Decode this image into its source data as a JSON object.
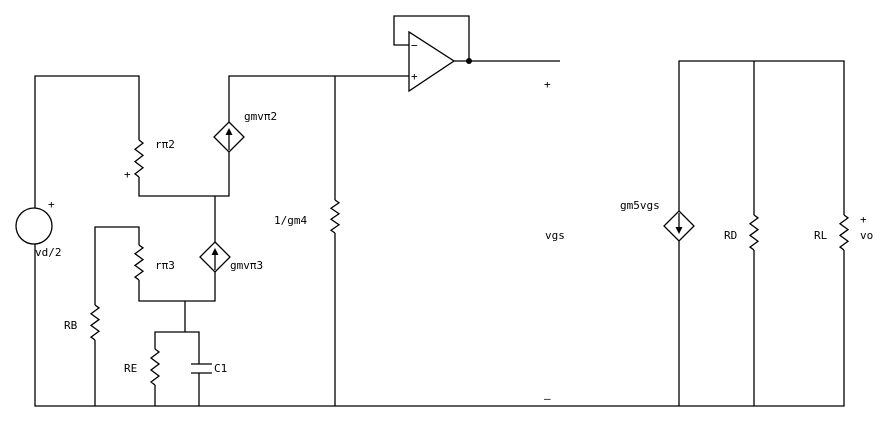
{
  "labels": {
    "source": "vd/2",
    "source_plus": "+",
    "rpi2": "rπ2",
    "rpi2_plus": "+",
    "gmvpi2": "gmvπ2",
    "rpi3": "rπ3",
    "gmvpi3": "gmvπ3",
    "rb": "RB",
    "re": "RE",
    "c1": "C1",
    "gm4": "1/gm4",
    "vgs": "vgs",
    "vgs_plus": "+",
    "vgs_minus": "–",
    "gm5vgs": "gm5vgs",
    "rd": "RD",
    "rl": "RL",
    "vo": "vo",
    "vo_plus": "+",
    "opamp_minus": "−",
    "opamp_plus": "+"
  }
}
